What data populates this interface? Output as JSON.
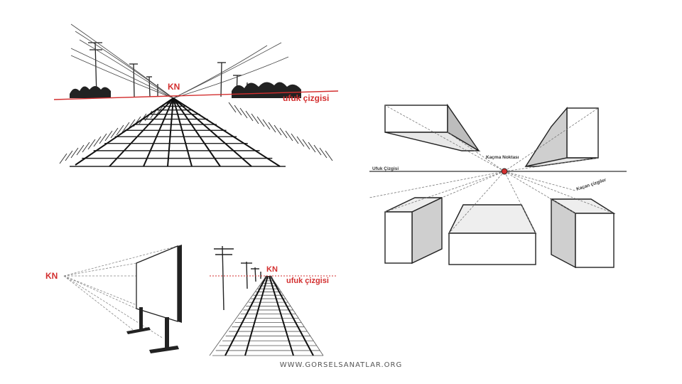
{
  "rail_top": {
    "vp_label": "KN",
    "horizon_label": "ufuk çizgisi"
  },
  "box_diagram": {
    "vp_label": "Kaçma Noktası",
    "horizon_label": "Ufuk Çizgisi",
    "lines_label": "Kaçan çizgiler"
  },
  "billboard": {
    "vp_label": "KN"
  },
  "rail_bottom": {
    "vp_label": "KN",
    "horizon_label": "ufuk çizgisi"
  },
  "colors": {
    "accent": "#d32f2f",
    "ink": "#222222"
  },
  "footer": {
    "site": "WWW.GORSELSANATLAR.ORG"
  }
}
